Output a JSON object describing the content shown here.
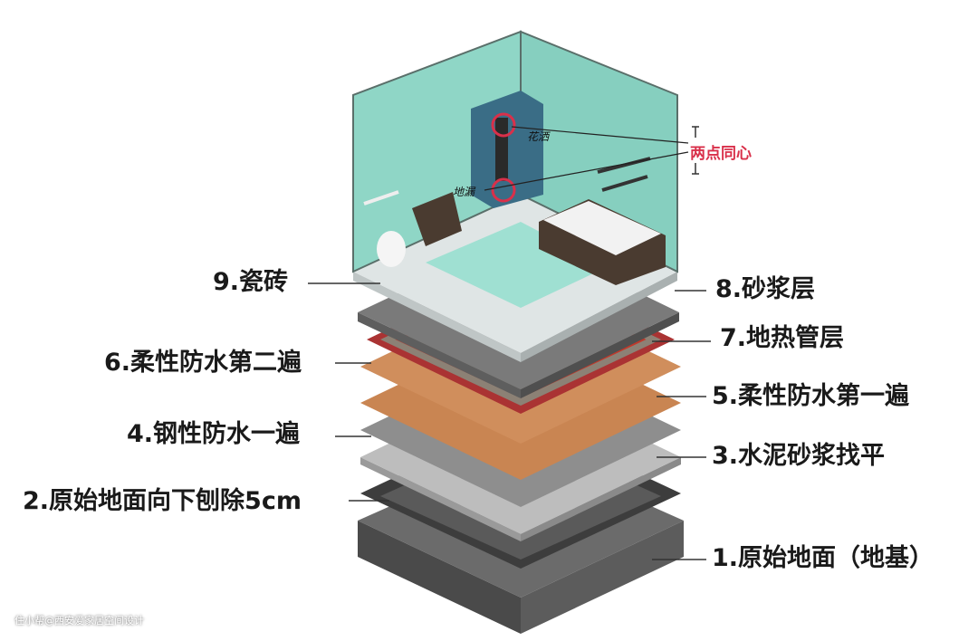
{
  "layers": [
    {
      "label": "1.原始地面（地基）"
    },
    {
      "label": "2.原始地面向下刨除5cm"
    },
    {
      "label": "3.水泥砂浆找平"
    },
    {
      "label": "4.钢性防水一遍"
    },
    {
      "label": "5.柔性防水第一遍"
    },
    {
      "label": "6.柔性防水第二遍"
    },
    {
      "label": "7.地热管层"
    },
    {
      "label": "8.砂浆层"
    },
    {
      "label": "9.瓷砖"
    }
  ],
  "room": {
    "shower_label": "花洒",
    "drain_label": "地漏",
    "annotation": "两点同心"
  },
  "colors": {
    "wall": "#8fd6c6",
    "copper": "#c98552",
    "accent": "#d9304a"
  },
  "watermark": "住小帮@西安爱家居空间设计"
}
